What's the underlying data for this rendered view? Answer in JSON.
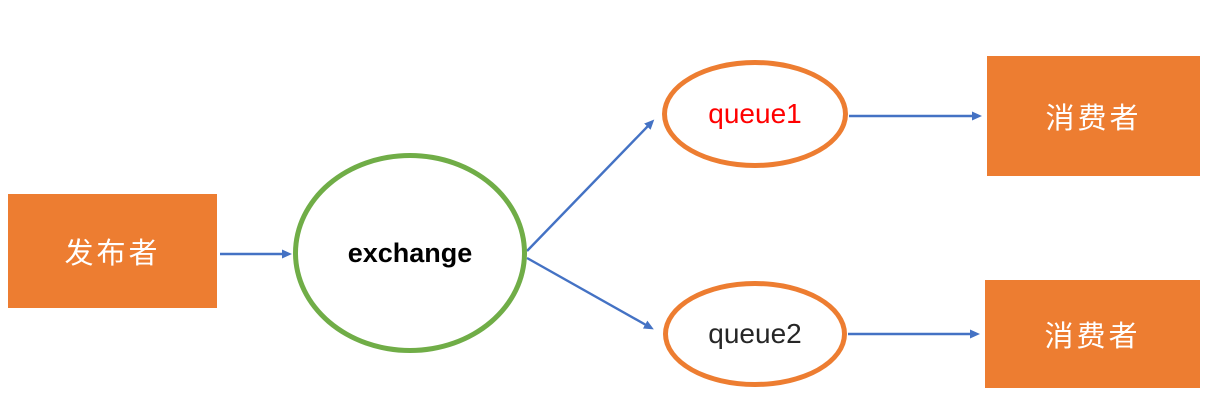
{
  "nodes": {
    "publisher": {
      "label": "发布者",
      "shape": "rectangle"
    },
    "exchange": {
      "label": "exchange",
      "shape": "ellipse"
    },
    "queue1": {
      "label": "queue1",
      "shape": "ellipse"
    },
    "queue2": {
      "label": "queue2",
      "shape": "ellipse"
    },
    "consumer1": {
      "label": "消费者",
      "shape": "rectangle"
    },
    "consumer2": {
      "label": "消费者",
      "shape": "rectangle"
    }
  },
  "edges": [
    {
      "from": "publisher",
      "to": "exchange"
    },
    {
      "from": "exchange",
      "to": "queue1"
    },
    {
      "from": "exchange",
      "to": "queue2"
    },
    {
      "from": "queue1",
      "to": "consumer1"
    },
    {
      "from": "queue2",
      "to": "consumer2"
    }
  ],
  "colors": {
    "orange": "#ED7D31",
    "green": "#70AD47",
    "blue": "#4472C4",
    "red": "#FF0000",
    "text_dark": "#262626",
    "black": "#000000",
    "white": "#FFFFFF",
    "background": "#FFFFFF"
  }
}
